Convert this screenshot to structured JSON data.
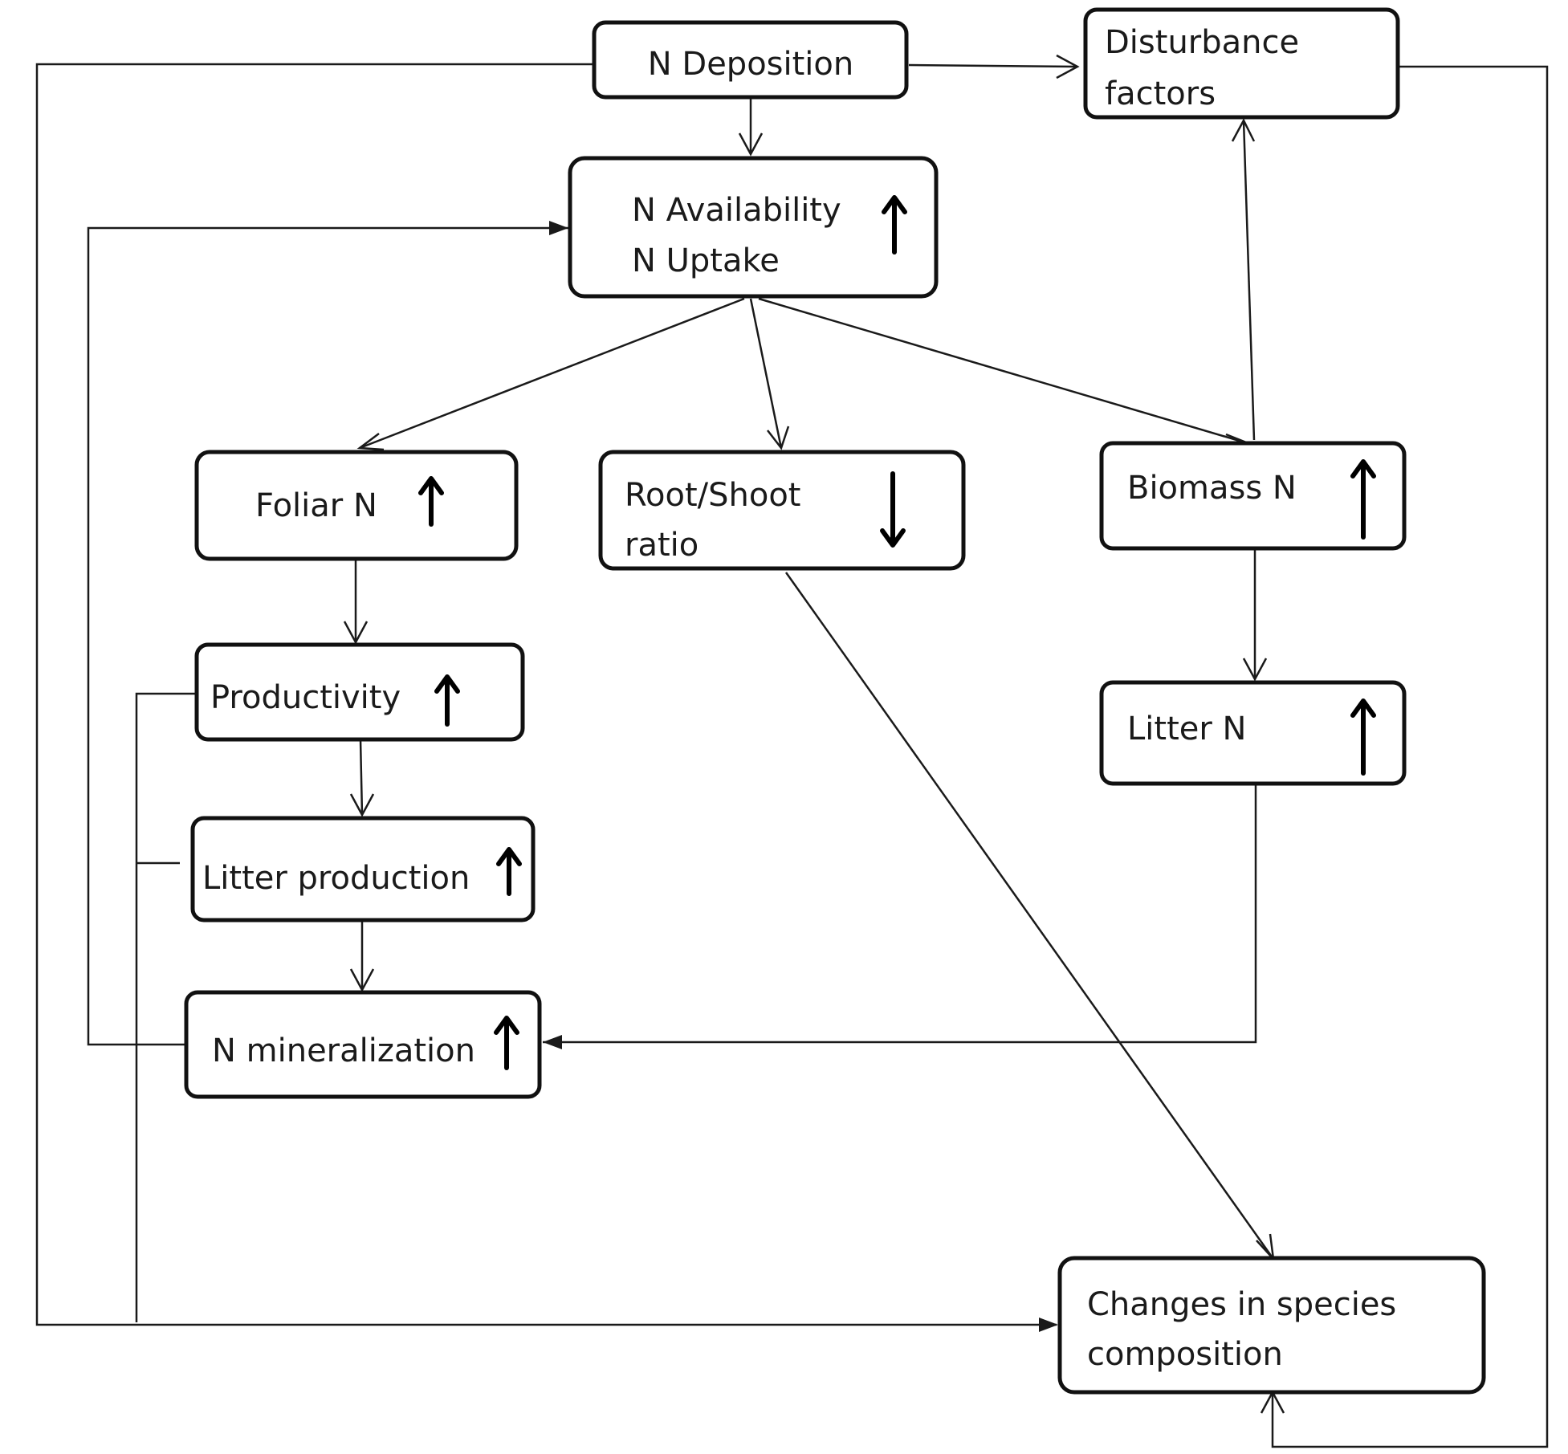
{
  "nodes": {
    "n_deposition": {
      "lines": [
        "N Deposition"
      ],
      "indicator": ""
    },
    "disturbance_factors": {
      "lines": [
        "Disturbance",
        "factors"
      ],
      "indicator": ""
    },
    "n_availability": {
      "lines": [
        "N Availability",
        "N Uptake"
      ],
      "indicator": "up-arrow-icon"
    },
    "foliar_n": {
      "lines": [
        "Foliar N"
      ],
      "indicator": "up-arrow-icon"
    },
    "root_shoot": {
      "lines": [
        "Root/Shoot",
        "ratio"
      ],
      "indicator": "down-arrow-icon"
    },
    "biomass_n": {
      "lines": [
        "Biomass N"
      ],
      "indicator": "up-arrow-icon"
    },
    "productivity": {
      "lines": [
        "Productivity"
      ],
      "indicator": "up-arrow-icon"
    },
    "litter_n": {
      "lines": [
        "Litter N"
      ],
      "indicator": "up-arrow-icon"
    },
    "litter_production": {
      "lines": [
        "Litter production"
      ],
      "indicator": "up-arrow-icon"
    },
    "n_mineralization": {
      "lines": [
        "N mineralization"
      ],
      "indicator": "up-arrow-icon"
    },
    "species_composition": {
      "lines": [
        "Changes in species",
        "composition"
      ],
      "indicator": ""
    }
  },
  "edges": [
    {
      "from": "n_deposition",
      "to": "disturbance_factors"
    },
    {
      "from": "n_deposition",
      "to": "n_availability"
    },
    {
      "from": "n_deposition",
      "to": "species_composition"
    },
    {
      "from": "n_availability",
      "to": "foliar_n"
    },
    {
      "from": "n_availability",
      "to": "root_shoot"
    },
    {
      "from": "n_availability",
      "to": "biomass_n"
    },
    {
      "from": "biomass_n",
      "to": "disturbance_factors"
    },
    {
      "from": "biomass_n",
      "to": "litter_n"
    },
    {
      "from": "litter_n",
      "to": "n_mineralization"
    },
    {
      "from": "foliar_n",
      "to": "productivity"
    },
    {
      "from": "productivity",
      "to": "litter_production"
    },
    {
      "from": "litter_production",
      "to": "n_mineralization"
    },
    {
      "from": "n_mineralization",
      "to": "n_availability"
    },
    {
      "from": "productivity",
      "to": "species_composition"
    },
    {
      "from": "litter_production",
      "to": "species_composition"
    },
    {
      "from": "root_shoot",
      "to": "species_composition"
    },
    {
      "from": "disturbance_factors",
      "to": "species_composition"
    }
  ],
  "colors": {
    "stroke": "#111111",
    "background": "#ffffff"
  }
}
